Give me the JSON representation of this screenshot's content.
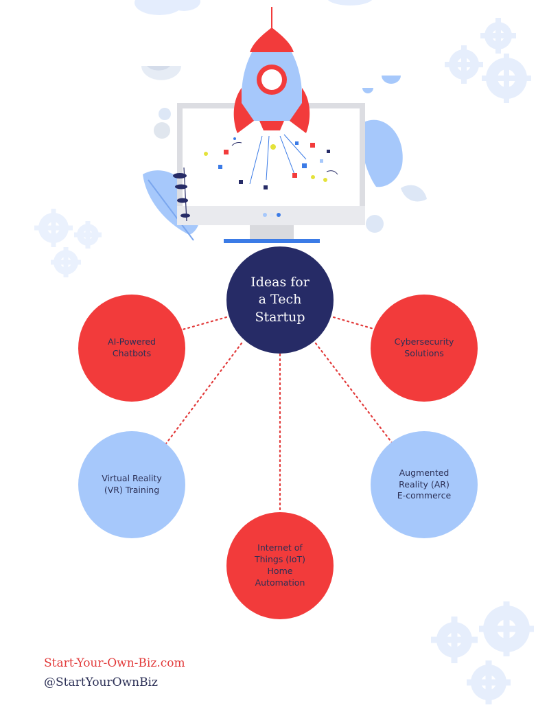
{
  "diagram": {
    "center": {
      "label": "Ideas for\na Tech\nStartup",
      "color": "#262b66"
    },
    "ideas": [
      {
        "label": "AI-Powered\nChatbots",
        "color": "#f23b3b"
      },
      {
        "label": "Cybersecurity\nSolutions",
        "color": "#f23b3b"
      },
      {
        "label": "Virtual Reality\n(VR) Training",
        "color": "#a6c8fb"
      },
      {
        "label": "Internet of\nThings (IoT)\nHome\nAutomation",
        "color": "#f23b3b"
      },
      {
        "label": "Augmented\nReality (AR)\nE-commerce",
        "color": "#a6c8fb"
      }
    ],
    "connector_color": "#e23a3a"
  },
  "footer": {
    "website": "Start-Your-Own-Biz.com",
    "handle": "@StartYourOwnBiz"
  },
  "icons": [
    "rocket-icon",
    "monitor-icon",
    "gear-icon",
    "leaf-icon"
  ]
}
